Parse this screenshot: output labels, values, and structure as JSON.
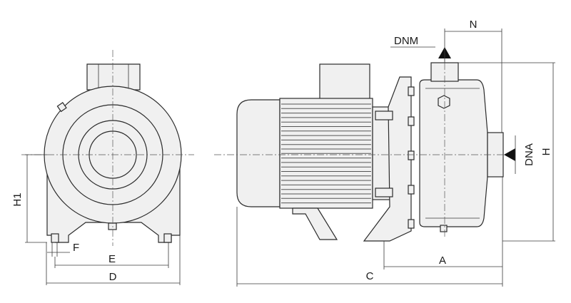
{
  "labels": {
    "front": {
      "h1": "H1",
      "f": "F",
      "e": "E",
      "d": "D"
    },
    "side": {
      "n": "N",
      "dnm": "DNM",
      "dna": "DNA",
      "h": "H",
      "a": "A",
      "c": "C"
    }
  },
  "colors": {
    "line": "#2b2b2b",
    "fill": "#f0f0f0",
    "text": "#1a1a1a"
  }
}
